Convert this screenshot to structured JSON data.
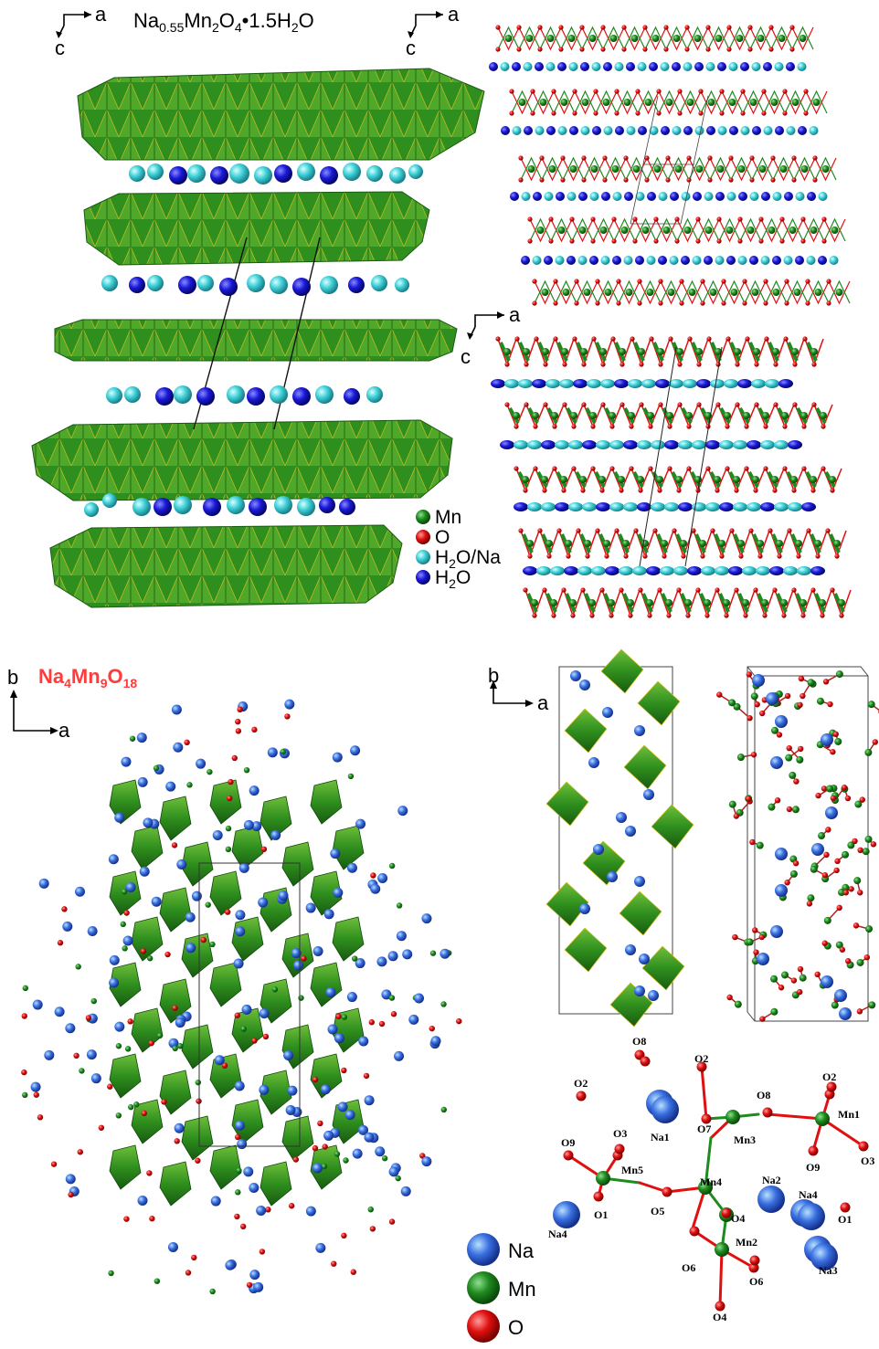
{
  "panel_a": {
    "formula": {
      "base1": "Na",
      "sub1": "0.55",
      "base2": "Mn",
      "sub2": "2",
      "base3": "O",
      "sub3": "4",
      "mid": "•1.5H",
      "sub4": "2",
      "end": "O"
    },
    "axis_a": "a",
    "axis_c": "c"
  },
  "panel_b": {
    "axis_a": "a",
    "axis_c": "c"
  },
  "panel_c": {
    "axis_a": "a",
    "axis_c": "c"
  },
  "legend_top": {
    "mn": "Mn",
    "o": "O",
    "h2o_na": {
      "base": "H",
      "sub": "2",
      "end": "O/Na"
    },
    "h2o": {
      "base": "H",
      "sub": "2",
      "end": "O"
    }
  },
  "panel_d": {
    "title": {
      "b1": "Na",
      "s1": "4",
      "b2": "Mn",
      "s2": "9",
      "b3": "O",
      "s3": "18"
    },
    "axis_b": "b",
    "axis_a": "a"
  },
  "panel_e": {
    "axis_b": "b",
    "axis_a": "a"
  },
  "panel_g": {
    "labels": {
      "O8a": "O8",
      "O2a": "O2",
      "O2b": "O2",
      "Na1": "Na1",
      "O7": "O7",
      "Mn3": "Mn3",
      "O8b": "O8",
      "Mn1": "Mn1",
      "O9a": "O9",
      "O3a": "O3",
      "Mn5": "Mn5",
      "O9b": "O9",
      "O3b": "O3",
      "Mn4": "Mn4",
      "O1a": "O1",
      "O5": "O5",
      "Na2": "Na2",
      "Na4a": "Na4",
      "O1b": "O1",
      "Na4b": "Na4",
      "O4a": "O4",
      "Mn2": "Mn2",
      "O6a": "O6",
      "O6b": "O6",
      "Na3": "Na3",
      "O4b": "O4"
    }
  },
  "legend_bottom": {
    "na": "Na",
    "mn": "Mn",
    "o": "O"
  },
  "colors": {
    "mn": "#1f8a1f",
    "o": "#e01010",
    "na_light": "#3fd0d8",
    "h2o_dark": "#1a1ad8",
    "na_blue": "#3a6fe0",
    "polyhedra": "#2f8f1e",
    "title_red": "#ff3b3b"
  }
}
